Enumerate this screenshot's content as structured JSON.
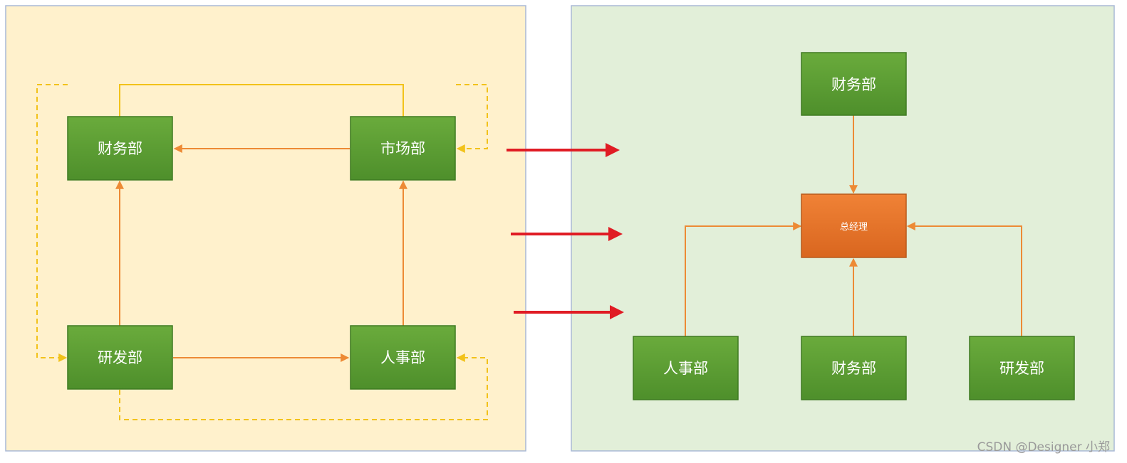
{
  "colors": {
    "left_panel_fill": "#fff1cc",
    "right_panel_fill": "#e2efd9",
    "panel_border": "#a9b8d6",
    "node_green": "#5c9e34",
    "node_green_border": "#3f7a22",
    "node_orange": "#e8762d",
    "node_orange_border": "#b85a1c",
    "connector_orange": "#ed8a35",
    "connector_yellow": "#f2c21a",
    "transition_red": "#e01c24"
  },
  "left_panel": {
    "nodes": [
      {
        "id": "finance",
        "label": "财务部"
      },
      {
        "id": "market",
        "label": "市场部"
      },
      {
        "id": "rnd",
        "label": "研发部"
      },
      {
        "id": "hr",
        "label": "人事部"
      }
    ]
  },
  "right_panel": {
    "nodes": [
      {
        "id": "finance_top",
        "label": "财务部"
      },
      {
        "id": "gm",
        "label": "总经理"
      },
      {
        "id": "hr",
        "label": "人事部"
      },
      {
        "id": "finance_bottom",
        "label": "财务部"
      },
      {
        "id": "rnd",
        "label": "研发部"
      }
    ]
  },
  "transition_arrow_count": 3,
  "watermark": "CSDN @Designer 小郑"
}
